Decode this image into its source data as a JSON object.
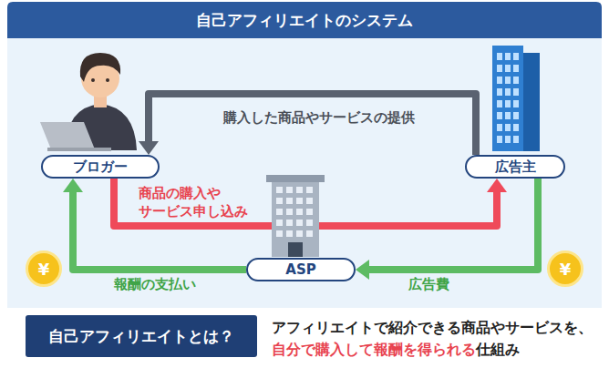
{
  "diagram": {
    "title": "自己アフィリエイトのシステム",
    "nodes": [
      {
        "text": [
          "ブロガー"
        ]
      },
      {
        "text": [
          "広告主"
        ]
      },
      {
        "text": [
          "ASP"
        ]
      },
      {
        "text": [
          "自己アフィリエイトとは？"
        ]
      }
    ],
    "edges": [
      {
        "from": 1,
        "to": 0,
        "label": "購入した商品やサービスの提供",
        "arrow": "to"
      },
      {
        "from": 0,
        "to": 1,
        "label": "商品の購入や サービス申し込み",
        "arrow": "to"
      },
      {
        "from": 1,
        "to": 2,
        "label": "広告費",
        "arrow": "to"
      },
      {
        "from": 2,
        "to": 0,
        "label": "報酬の支払い",
        "arrow": "to"
      }
    ],
    "labels": [
      "¥",
      "¥",
      "アフィリエイトで紹介できる商品やサービスを、",
      "自分で購入して報酬を得られる",
      "仕組み"
    ]
  }
}
